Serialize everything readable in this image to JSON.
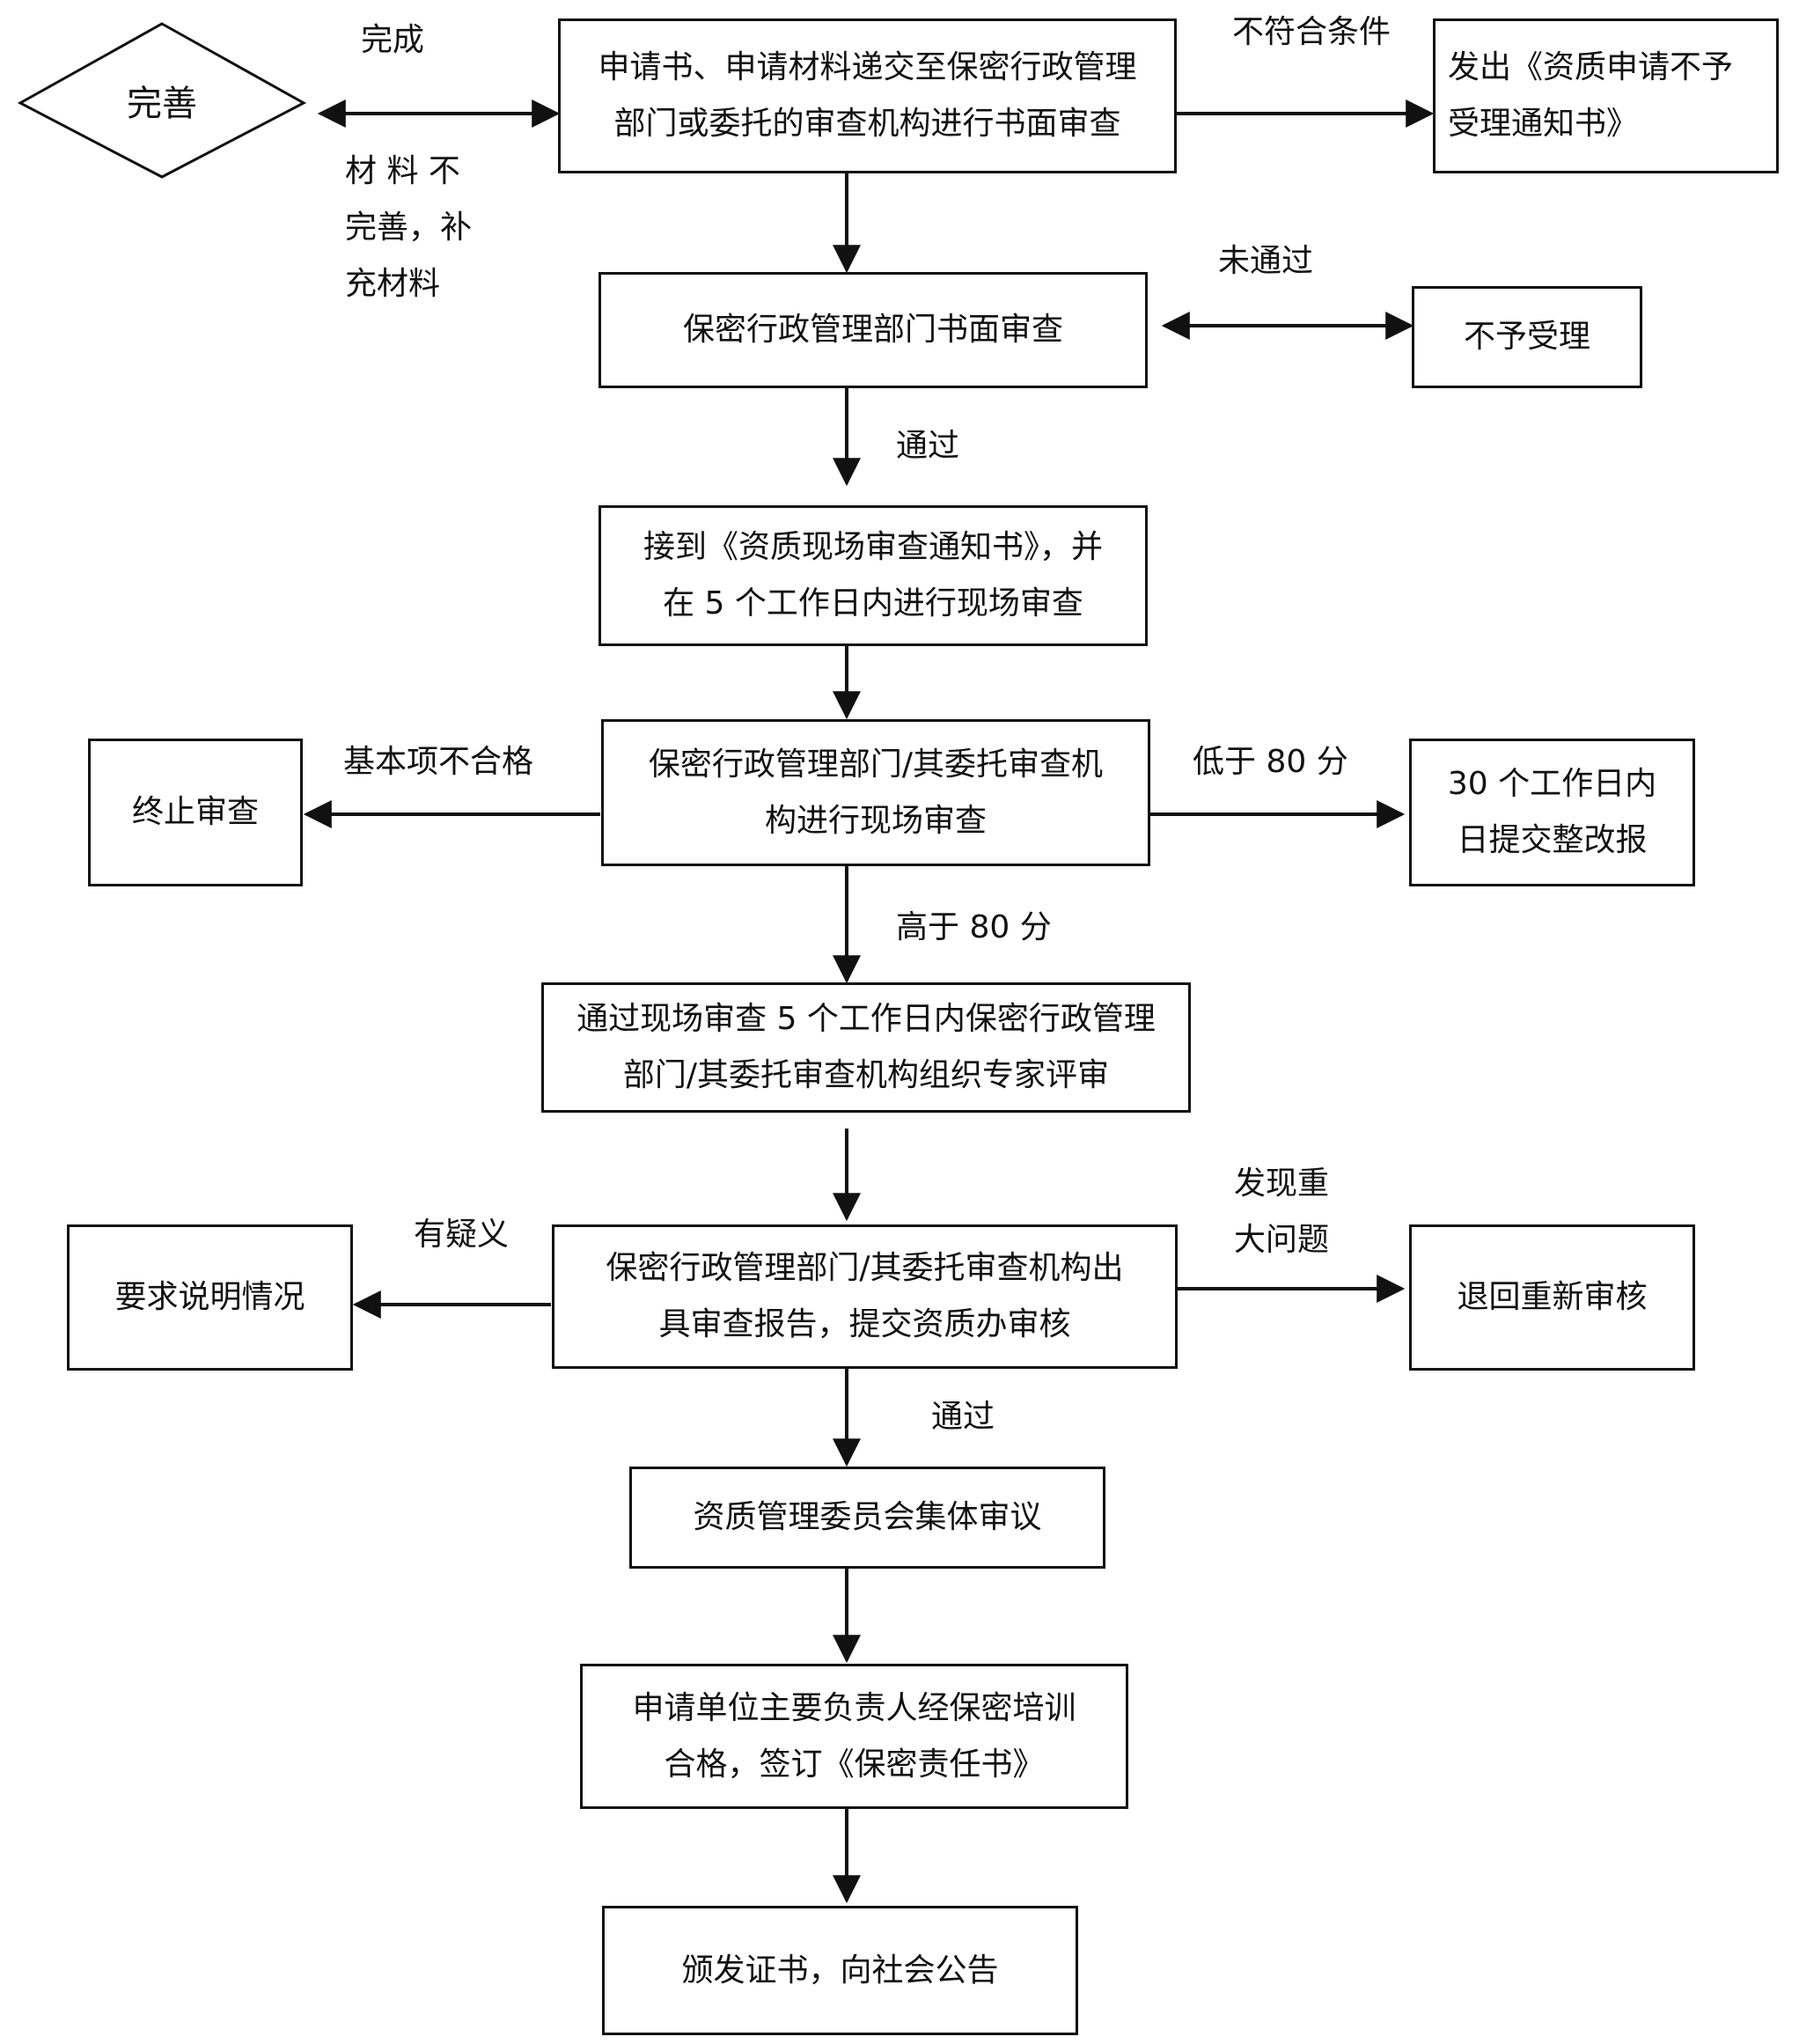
{
  "diamond": {
    "label": "完善"
  },
  "boxes": {
    "submit": "申请书、申请材料递交至保密行政管理\n部门或委托的审查机构进行书面审查",
    "reject_notice": "发出《资质申请不予\n受理通知书》",
    "written_review": "保密行政管理部门书面审查",
    "not_accepted": "不予受理",
    "notice_received": "接到《资质现场审查通知书》，并\n在 5 个工作日内进行现场审查",
    "onsite_review": "保密行政管理部门/其委托审查机\n构进行现场审查",
    "terminate": "终止审查",
    "rectify": "30 个工作日内\n日提交整改报",
    "expert_review": "通过现场审查 5 个工作日内保密行政管理\n部门/其委托审查机构组织专家评审",
    "explain": "要求说明情况",
    "report": "保密行政管理部门/其委托审查机构出\n具审查报告，提交资质办审核",
    "re_review": "退回重新审核",
    "committee": "资质管理委员会集体审议",
    "training": "申请单位主要负责人经保密培训\n合格，签订《保密责任书》",
    "certificate": "颁发证书，向社会公告"
  },
  "labels": {
    "complete": "完成",
    "incomplete": "材 料 不\n完善，补\n充材料",
    "not_qualified": "不符合条件",
    "not_passed": "未通过",
    "passed_1": "通过",
    "basic_fail": "基本项不合格",
    "below_80": "低于 80 分",
    "above_80": "高于 80 分",
    "doubt": "有疑义",
    "major_issue": "发现重\n大问题",
    "passed_2": "通过"
  }
}
